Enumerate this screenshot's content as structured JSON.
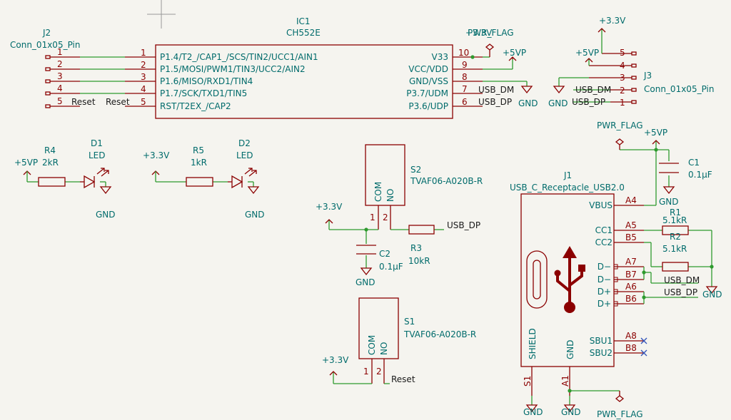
{
  "ic1": {
    "ref": "IC1",
    "value": "CH552E",
    "left_pins": [
      {
        "num": "1",
        "name": "P1.4/T2_/CAP1_/SCS/TIN2/UCC1/AIN1"
      },
      {
        "num": "2",
        "name": "P1.5/MOSI/PWM1/TIN3/UCC2/AIN2"
      },
      {
        "num": "3",
        "name": "P1.6/MISO/RXD1/TIN4"
      },
      {
        "num": "4",
        "name": "P1.7/SCK/TXD1/TIN5"
      },
      {
        "num": "5",
        "name": "RST/T2EX_/CAP2"
      }
    ],
    "right_pins": [
      {
        "num": "10",
        "name": "V33"
      },
      {
        "num": "9",
        "name": "VCC/VDD"
      },
      {
        "num": "8",
        "name": "GND/VSS"
      },
      {
        "num": "7",
        "name": "P3.7/UDM"
      },
      {
        "num": "6",
        "name": "P3.6/UDP"
      }
    ]
  },
  "j2": {
    "ref": "J2",
    "value": "Conn_01x05_Pin",
    "pins": [
      "1",
      "2",
      "3",
      "4",
      "5"
    ],
    "label5": "Reset"
  },
  "j3": {
    "ref": "J3",
    "value": "Conn_01x05_Pin",
    "pins": [
      "5",
      "4",
      "3",
      "2",
      "1"
    ]
  },
  "j1": {
    "ref": "J1",
    "value": "USB_C_Receptacle_USB2.0",
    "right_pins": [
      {
        "num": "A4",
        "name": "VBUS"
      },
      {
        "num": "A5",
        "name": "CC1"
      },
      {
        "num": "B5",
        "name": "CC2"
      },
      {
        "num": "A7",
        "name": "D−"
      },
      {
        "num": "B7",
        "name": "D−"
      },
      {
        "num": "A6",
        "name": "D+"
      },
      {
        "num": "B6",
        "name": "D+"
      },
      {
        "num": "A8",
        "name": "SBU1"
      },
      {
        "num": "B8",
        "name": "SBU2"
      }
    ],
    "shield_pin": {
      "num": "S1",
      "name": "SHIELD"
    },
    "gnd_pin": {
      "num": "A1",
      "name": "GND"
    }
  },
  "resistors": {
    "r1": {
      "ref": "R1",
      "value": "5.1kR"
    },
    "r2": {
      "ref": "R2",
      "value": "5.1kR"
    },
    "r3": {
      "ref": "R3",
      "value": "10kR"
    },
    "r4": {
      "ref": "R4",
      "value": "2kR"
    },
    "r5": {
      "ref": "R5",
      "value": "1kR"
    }
  },
  "capacitors": {
    "c1": {
      "ref": "C1",
      "value": "0.1µF"
    },
    "c2": {
      "ref": "C2",
      "value": "0.1µF"
    }
  },
  "leds": {
    "d1": {
      "ref": "D1",
      "value": "LED"
    },
    "d2": {
      "ref": "D2",
      "value": "LED"
    }
  },
  "switches": {
    "s1": {
      "ref": "S1",
      "value": "TVAF06-A020B-R",
      "com": "COM",
      "no": "NO",
      "pin1": "1",
      "pin2": "2"
    },
    "s2": {
      "ref": "S2",
      "value": "TVAF06-A020B-R",
      "com": "COM",
      "no": "NO",
      "pin1": "1",
      "pin2": "2"
    }
  },
  "net": {
    "v33": "+3.3V",
    "v5": "+5VP",
    "gnd": "GND",
    "pwr_flag": "PWR_FLAG",
    "usb_dm": "USB_DM",
    "usb_dp": "USB_DP",
    "reset": "Reset"
  }
}
